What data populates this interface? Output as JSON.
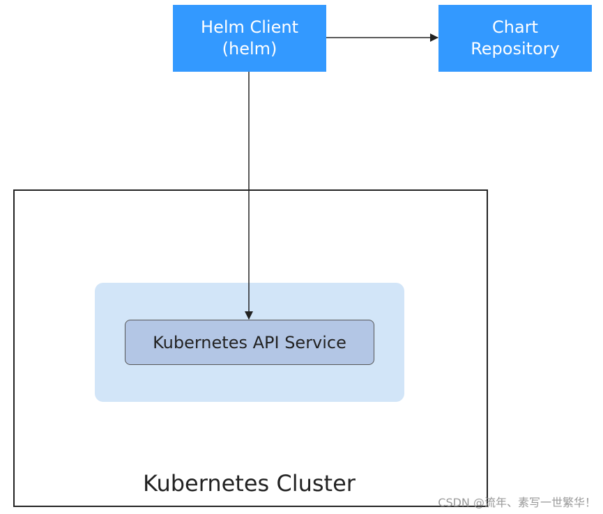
{
  "diagram": {
    "nodes": {
      "helm_client": {
        "line1": "Helm Client",
        "line2": "(helm)"
      },
      "chart_repository": {
        "line1": "Chart",
        "line2": "Repository"
      },
      "api_service": {
        "label": "Kubernetes API Service"
      }
    },
    "cluster": {
      "label": "Kubernetes Cluster"
    },
    "edges": [
      {
        "from": "helm_client",
        "to": "chart_repository"
      },
      {
        "from": "helm_client",
        "to": "api_service"
      }
    ]
  },
  "watermark": "CSDN @流年、素写一世繁华！",
  "colors": {
    "node_fill": "#3399ff",
    "node_text": "#ffffff",
    "api_group_fill": "#d2e5f8",
    "api_service_fill": "#b3c6e5",
    "cluster_border": "#222222",
    "edge": "#222222"
  }
}
